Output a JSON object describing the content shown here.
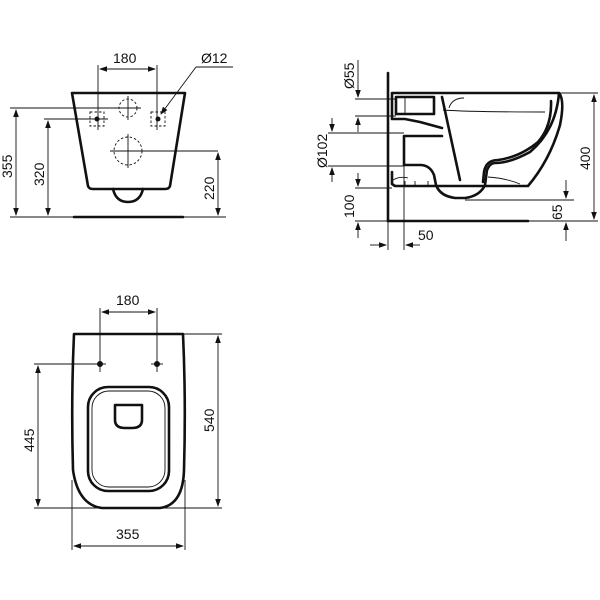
{
  "drawing": {
    "type": "technical-dimension-drawing",
    "subject": "wall-hung toilet",
    "units": "mm",
    "line_color": "#111111",
    "background": "#ffffff"
  },
  "views": {
    "rear": {
      "dims": {
        "bolt_spacing": "180",
        "bolt_diameter": "Ø12",
        "height_top": "355",
        "height_bolts": "320",
        "height_outlet": "220"
      }
    },
    "side": {
      "dims": {
        "inlet_diameter": "Ø55",
        "outlet_diameter": "Ø102",
        "outlet_height": "100",
        "wall_offset": "50",
        "total_height": "400",
        "bottom_clearance": "65"
      }
    },
    "top": {
      "dims": {
        "bolt_spacing": "180",
        "bolt_to_front": "445",
        "total_depth": "540",
        "width": "355"
      }
    }
  }
}
